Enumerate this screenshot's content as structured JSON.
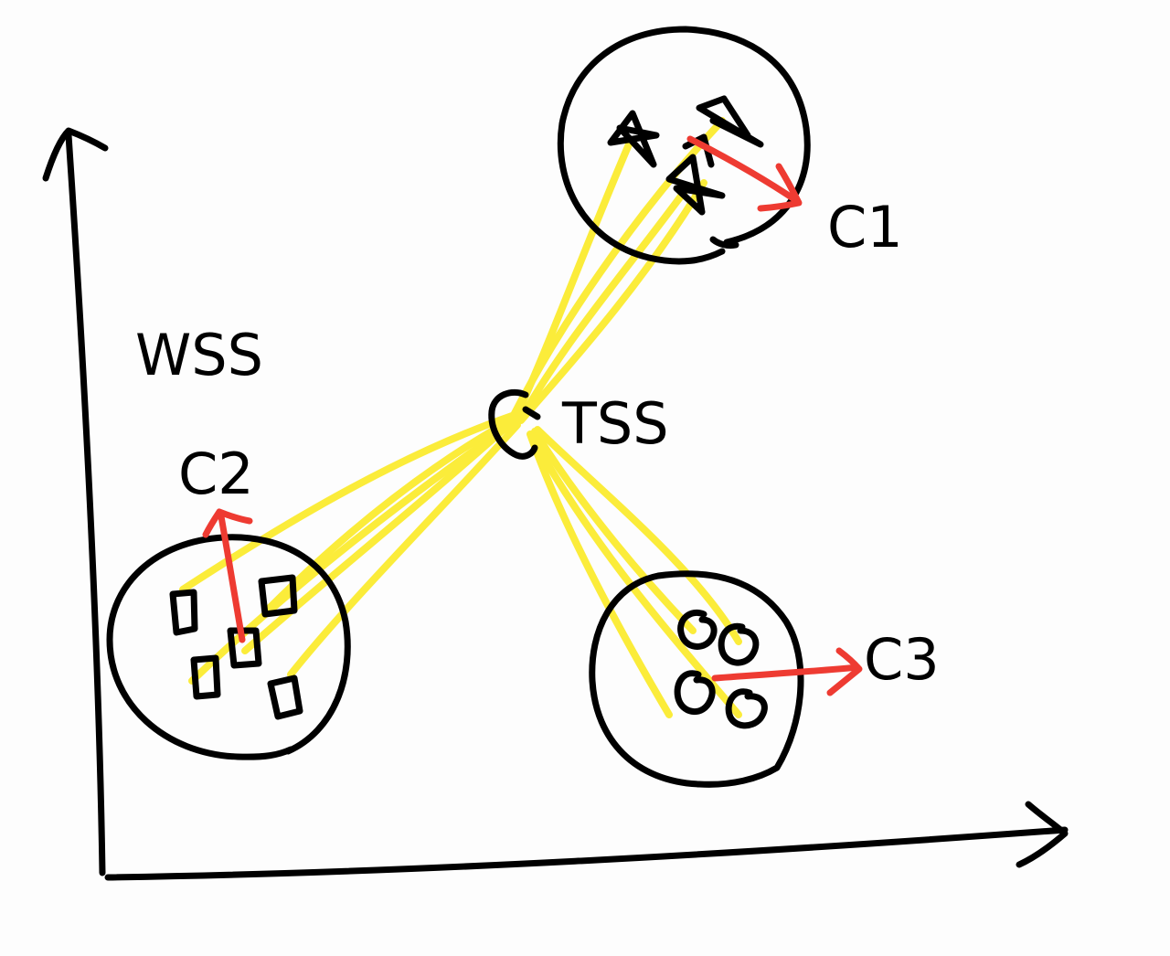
{
  "labels": {
    "wss": "WSS",
    "tss": "TSS",
    "c1": "C1",
    "c2": "C2",
    "c3": "C3"
  },
  "colors": {
    "ink": "#000000",
    "distance_lines": "#fbec3a",
    "centroid_arrows": "#ee3b32",
    "background": "#fdfdfd"
  },
  "clusters": [
    {
      "name": "C1",
      "marker": "star",
      "point_count": 4
    },
    {
      "name": "C2",
      "marker": "square",
      "point_count": 5
    },
    {
      "name": "C3",
      "marker": "circle",
      "point_count": 4
    }
  ]
}
